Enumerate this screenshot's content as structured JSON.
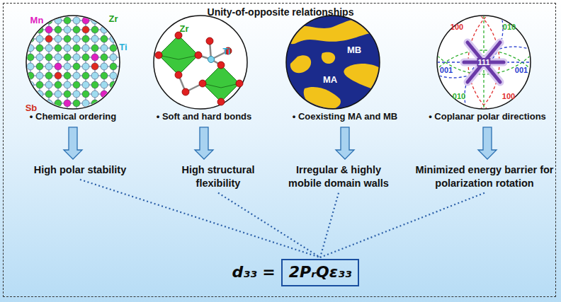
{
  "diagram": {
    "title": "Unity-of-opposite relationships",
    "nodes": [
      {
        "text": [
          "• Chemical ordering"
        ]
      },
      {
        "text": [
          "• Soft and hard bonds"
        ]
      },
      {
        "text": [
          "• Coexisting MA and MB"
        ]
      },
      {
        "text": [
          "• Coplanar polar directions"
        ]
      },
      {
        "text": [
          "High polar stability"
        ]
      },
      {
        "text": [
          "High structural flexibility"
        ]
      },
      {
        "text": [
          "Irregular & highly mobile domain walls"
        ]
      },
      {
        "text": [
          "Minimized energy barrier for polarization rotation"
        ]
      },
      {
        "text": [
          "d₃₃ =",
          "2PᵣQε₃₃"
        ]
      }
    ],
    "edges": [
      {
        "from": 0,
        "to": 4,
        "arrow": "to"
      },
      {
        "from": 1,
        "to": 5,
        "arrow": "to"
      },
      {
        "from": 2,
        "to": 6,
        "arrow": "to"
      },
      {
        "from": 3,
        "to": 7,
        "arrow": "to"
      },
      {
        "from": 4,
        "to": 8,
        "arrow": "none"
      },
      {
        "from": 5,
        "to": 8,
        "arrow": "none"
      },
      {
        "from": 6,
        "to": 8,
        "arrow": "none"
      },
      {
        "from": 7,
        "to": 8,
        "arrow": "none"
      }
    ],
    "labels": [
      "Mn",
      "Zr",
      "Ti",
      "Sb",
      "Zr",
      "Ti",
      "MB",
      "MA",
      "100",
      "010",
      "001",
      "111",
      "001",
      "010",
      "100"
    ]
  }
}
